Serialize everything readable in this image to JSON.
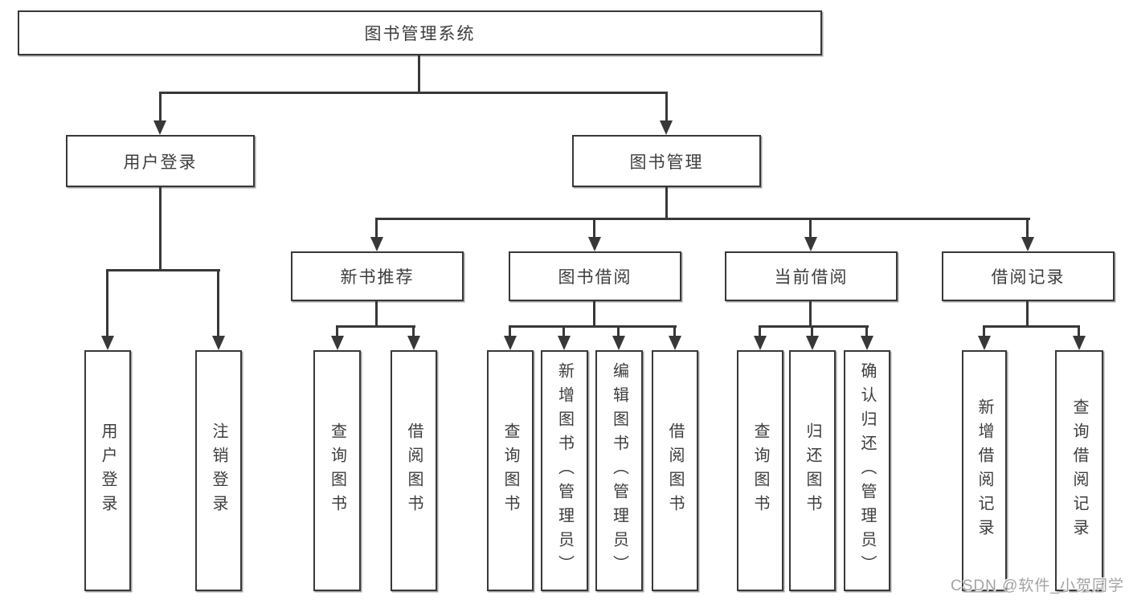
{
  "diagram": {
    "title_node": "图书管理系统",
    "level2": {
      "user_login": "用户登录",
      "book_mgmt": "图书管理"
    },
    "level3": {
      "new_book_rec": "新书推荐",
      "book_borrow": "图书借阅",
      "current_borrow": "当前借阅",
      "borrow_records": "借阅记录"
    },
    "leaves": {
      "user_login_leaf": "用户登录",
      "logout_leaf": "注销登录",
      "nb_query_books": "查询图书",
      "nb_borrow_books": "借阅图书",
      "bb_query_books": "查询图书",
      "bb_add_books_admin": "新增图书（管理员）",
      "bb_edit_books_admin": "编辑图书（管理员）",
      "bb_borrow_books": "借阅图书",
      "cb_query_books": "查询图书",
      "cb_return_books": "归还图书",
      "cb_confirm_return_admin": "确认归还（管理员）",
      "br_add_record": "新增借阅记录",
      "br_query_record": "查询借阅记录"
    }
  },
  "watermark": {
    "text": "CSDN @软件_小贺同学"
  },
  "colors": {
    "line": "#383838",
    "text": "#3d3d3d",
    "background": "#ffffff",
    "watermark": "#a3a3a3"
  }
}
